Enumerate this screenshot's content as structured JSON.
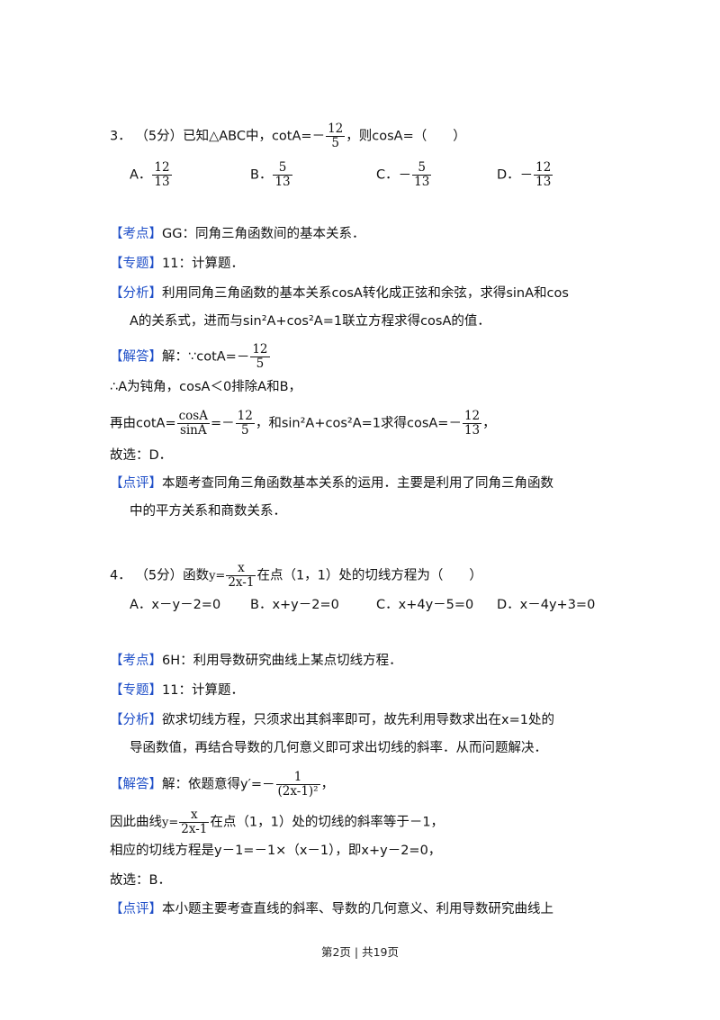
{
  "q3": {
    "number": "3．",
    "score": "（5分）",
    "stem_a": "已知△ABC中，cotA=－",
    "stem_frac": {
      "num": "12",
      "den": "5"
    },
    "stem_b": "，则cosA=（　　）",
    "options": [
      {
        "label": "A．",
        "sign": "",
        "num": "12",
        "den": "13"
      },
      {
        "label": "B．",
        "sign": "",
        "num": "5",
        "den": "13"
      },
      {
        "label": "C．",
        "sign": "－",
        "num": "5",
        "den": "13"
      },
      {
        "label": "D．",
        "sign": "－",
        "num": "12",
        "den": "13"
      }
    ],
    "kaodian_tag": "【考点】",
    "kaodian": "GG：同角三角函数间的基本关系．",
    "zhuanti_tag": "【专题】",
    "zhuanti": "11：计算题．",
    "fenxi_tag": "【分析】",
    "fenxi_1": "利用同角三角函数的基本关系cosA转化成正弦和余弦，求得sinA和cos",
    "fenxi_2": "A的关系式，进而与sin²A+cos²A=1联立方程求得cosA的值．",
    "jieda_tag": "【解答】",
    "jieda_a": "解：∵cotA=",
    "jieda_frac": {
      "sign": "－",
      "num": "12",
      "den": "5"
    },
    "line_obtuse": "∴A为钝角，cosA＜0排除A和B，",
    "line_again_a": "再由cotA=",
    "line_again_frac1": {
      "num": "cosA",
      "den": "sinA"
    },
    "line_again_b": "=－",
    "line_again_frac2": {
      "num": "12",
      "den": "5"
    },
    "line_again_c": "，和sin²A+cos²A=1求得cosA=－",
    "line_again_frac3": {
      "num": "12",
      "den": "13"
    },
    "line_again_d": "，",
    "choose": "故选：D．",
    "dianping_tag": "【点评】",
    "dianping_1": "本题考查同角三角函数基本关系的运用．主要是利用了同角三角函数",
    "dianping_2": "中的平方关系和商数关系．"
  },
  "q4": {
    "number": "4．",
    "score": "（5分）",
    "stem_a": "函数",
    "stem_y": "y=",
    "stem_frac": {
      "num": "x",
      "den": "2x-1"
    },
    "stem_b": "在点（1，1）处的切线方程为（　　）",
    "options": [
      {
        "label": "A．",
        "text": "x－y－2=0"
      },
      {
        "label": "B．",
        "text": "x+y－2=0"
      },
      {
        "label": "C．",
        "text": "x+4y－5=0"
      },
      {
        "label": "D．",
        "text": "x－4y+3=0"
      }
    ],
    "kaodian_tag": "【考点】",
    "kaodian": "6H：利用导数研究曲线上某点切线方程．",
    "zhuanti_tag": "【专题】",
    "zhuanti": "11：计算题．",
    "fenxi_tag": "【分析】",
    "fenxi_1": "欲求切线方程，只须求出其斜率即可，故先利用导数求出在x=1处的",
    "fenxi_2": "导函数值，再结合导数的几何意义即可求出切线的斜率．从而问题解决．",
    "jieda_tag": "【解答】",
    "jieda_a": "解：依题意得y′=",
    "jieda_frac": {
      "sign": "－",
      "num": "1",
      "den": "(2x-1)²"
    },
    "jieda_b": "，",
    "line_curve_a": "因此曲线",
    "line_curve_y": "y=",
    "line_curve_frac": {
      "num": "x",
      "den": "2x-1"
    },
    "line_curve_b": "在点（1，1）处的切线的斜率等于－1，",
    "line_tangent": "相应的切线方程是y－1=－1×（x－1），即x+y－2=0，",
    "choose": "故选：B．",
    "dianping_tag": "【点评】",
    "dianping_1": "本小题主要考查直线的斜率、导数的几何意义、利用导数研究曲线上"
  },
  "footer": "第2页 | 共19页"
}
